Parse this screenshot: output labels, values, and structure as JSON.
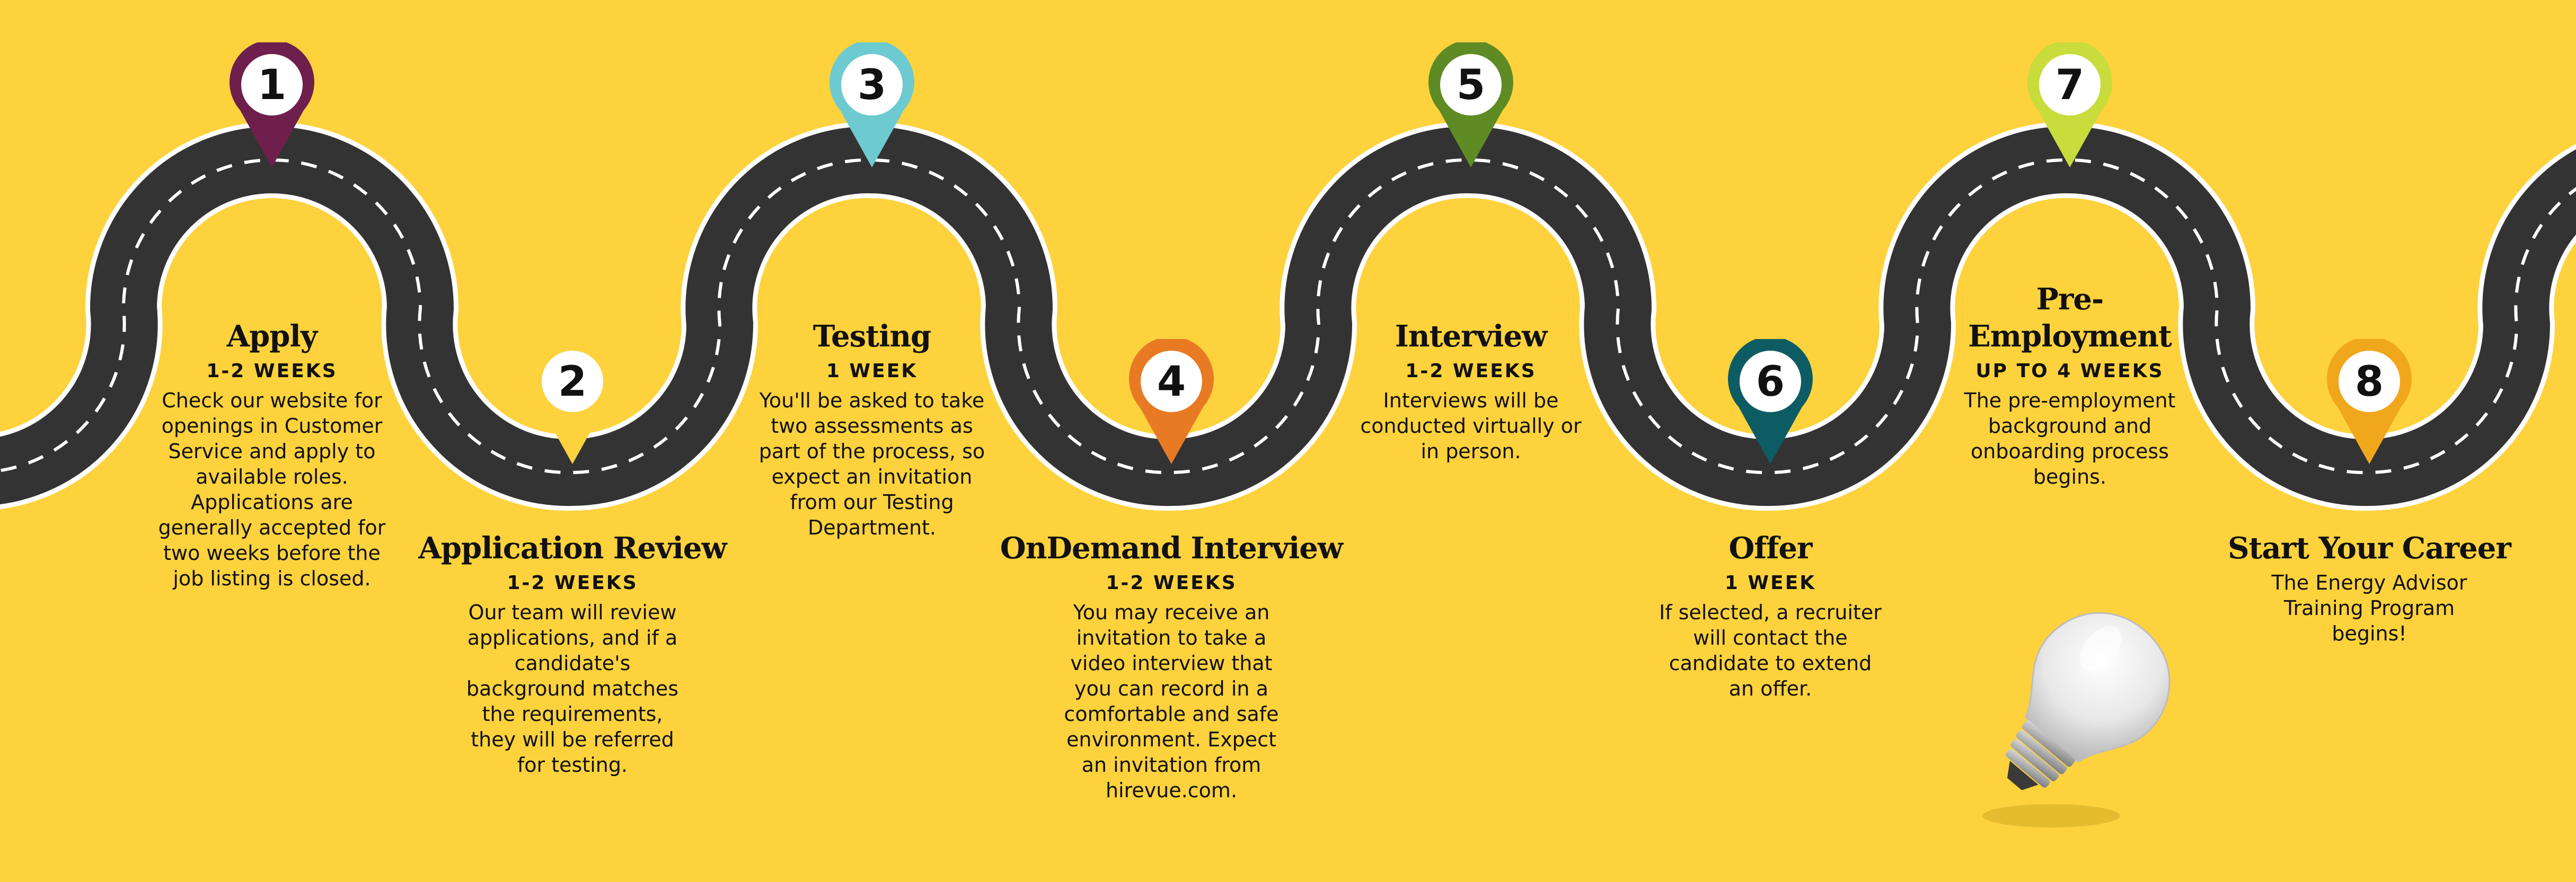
{
  "colors": {
    "background": "#FDD23D",
    "road": "#333333",
    "road_edge": "#FFFFFF"
  },
  "steps": [
    {
      "number": "1",
      "title_lines": [
        "Apply"
      ],
      "duration": "1-2 WEEKS",
      "description": [
        "Check our website for",
        "openings in Customer",
        "Service and apply to",
        "available roles.",
        "Applications are",
        "generally accepted for",
        "two weeks before the",
        "job listing is closed."
      ],
      "pin_color": "#6E1F4C"
    },
    {
      "number": "2",
      "title_lines": [
        "Application Review"
      ],
      "duration": "1-2 WEEKS",
      "description": [
        "Our team will review",
        "applications, and if a",
        "candidate's",
        "background matches",
        "the requirements,",
        "they will be referred",
        "for testing."
      ],
      "pin_color": "#FDD23D"
    },
    {
      "number": "3",
      "title_lines": [
        "Testing"
      ],
      "duration": "1 WEEK",
      "description": [
        "You'll be asked to take",
        "two assessments as",
        "part of the process, so",
        "expect an invitation",
        "from our Testing",
        "Department."
      ],
      "pin_color": "#6CCAD0"
    },
    {
      "number": "4",
      "title_lines": [
        "OnDemand Interview"
      ],
      "duration": "1-2 WEEKS",
      "description": [
        "You may receive an",
        "invitation to take a",
        "video interview that",
        "you can record in a",
        "comfortable and safe",
        "environment. Expect",
        "an invitation from",
        "hirevue.com."
      ],
      "pin_color": "#E87A23"
    },
    {
      "number": "5",
      "title_lines": [
        "Interview"
      ],
      "duration": "1-2 WEEKS",
      "description": [
        "Interviews will be",
        "conducted virtually or",
        "in person."
      ],
      "pin_color": "#5E8B23"
    },
    {
      "number": "6",
      "title_lines": [
        "Offer"
      ],
      "duration": "1 WEEK",
      "description": [
        "If selected, a recruiter",
        "will contact the",
        "candidate to extend",
        "an offer."
      ],
      "pin_color": "#0D5C63"
    },
    {
      "number": "7",
      "title_lines": [
        "Pre-",
        "Employment"
      ],
      "duration": "UP TO 4 WEEKS",
      "description": [
        "The pre-employment",
        "background and",
        "onboarding process",
        "begins."
      ],
      "pin_color": "#C8DC3C"
    },
    {
      "number": "8",
      "title_lines": [
        "Start Your Career"
      ],
      "duration": "",
      "description": [
        "The Energy Advisor",
        "Training Program",
        "begins!"
      ],
      "pin_color": "#F0A71C"
    }
  ]
}
